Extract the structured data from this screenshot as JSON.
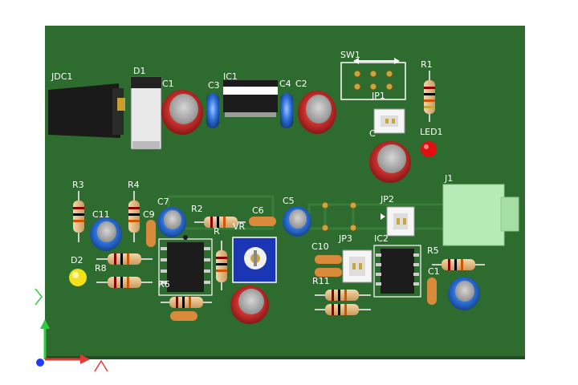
{
  "board": {
    "color": "#2e6b2e",
    "silkscreen_color": "#ffffff",
    "labels": {
      "jdc1": "JDC1",
      "d1": "D1",
      "c1": "C1",
      "c3": "C3",
      "ic1": "IC1",
      "c4": "C4",
      "c2": "C2",
      "sw1": "SW1",
      "r1": "R1",
      "jp1": "JP1",
      "c_mid": "C",
      "led1": "LED1",
      "j1": "J1",
      "r3": "R3",
      "r4": "R4",
      "c11": "C11",
      "c9": "C9",
      "c7": "C7",
      "r2": "R2",
      "c6": "C6",
      "c5": "C5",
      "jp2": "JP2",
      "d2": "D2",
      "r8": "R8",
      "r6": "R6",
      "r_mid": "R",
      "vr": "VR",
      "c10": "C10",
      "jp3": "JP3",
      "ic2": "IC2",
      "r5": "R5",
      "c1x": "C1",
      "r11": "R11"
    }
  },
  "axes": {
    "x_color": "#e53935",
    "y_color": "#2ecc40",
    "z_color": "#1e3cff"
  }
}
